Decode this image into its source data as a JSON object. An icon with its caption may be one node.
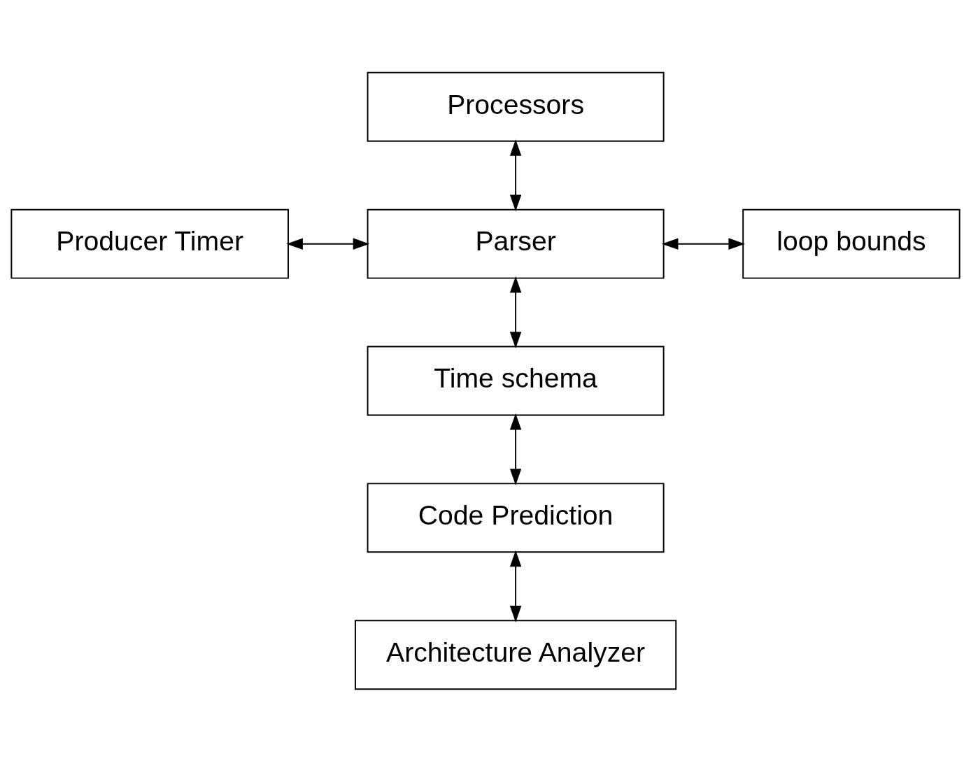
{
  "diagram": {
    "nodes": [
      {
        "text": [
          "Processors"
        ]
      },
      {
        "text": [
          "Producer Timer"
        ]
      },
      {
        "text": [
          "Parser"
        ]
      },
      {
        "text": [
          "loop bounds"
        ]
      },
      {
        "text": [
          "Time schema"
        ]
      },
      {
        "text": [
          "Code Prediction"
        ]
      },
      {
        "text": [
          "Architecture Analyzer"
        ]
      }
    ],
    "edges": [
      {
        "from": 0,
        "to": 2,
        "arrow": "both"
      },
      {
        "from": 1,
        "to": 2,
        "arrow": "both"
      },
      {
        "from": 2,
        "to": 3,
        "arrow": "both"
      },
      {
        "from": 2,
        "to": 4,
        "arrow": "both"
      },
      {
        "from": 4,
        "to": 5,
        "arrow": "both"
      },
      {
        "from": 5,
        "to": 6,
        "arrow": "both"
      }
    ]
  }
}
